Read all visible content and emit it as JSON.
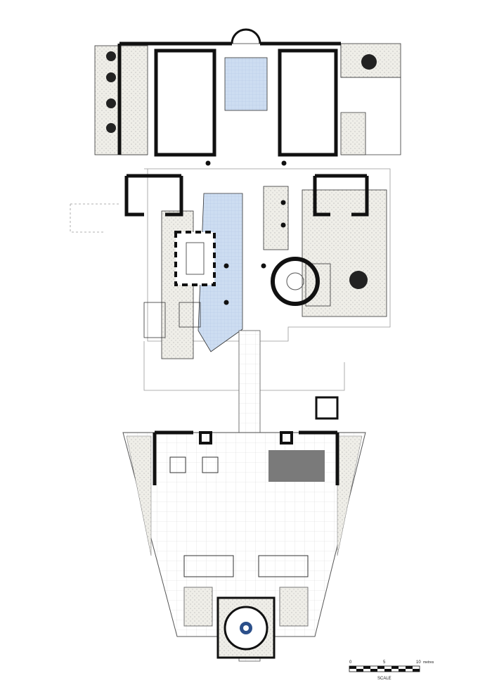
{
  "drawing": {
    "type": "architectural floor plan"
  },
  "scale_bar": {
    "ticks": [
      "0",
      "5",
      "10"
    ],
    "unit": "metres",
    "title": "SCALE"
  },
  "colors": {
    "water": "#c9d8ee",
    "planting": "#ecebe4",
    "wall": "#111111",
    "solid_block": "#7a7a7a",
    "grid": "#cfcfcf"
  }
}
